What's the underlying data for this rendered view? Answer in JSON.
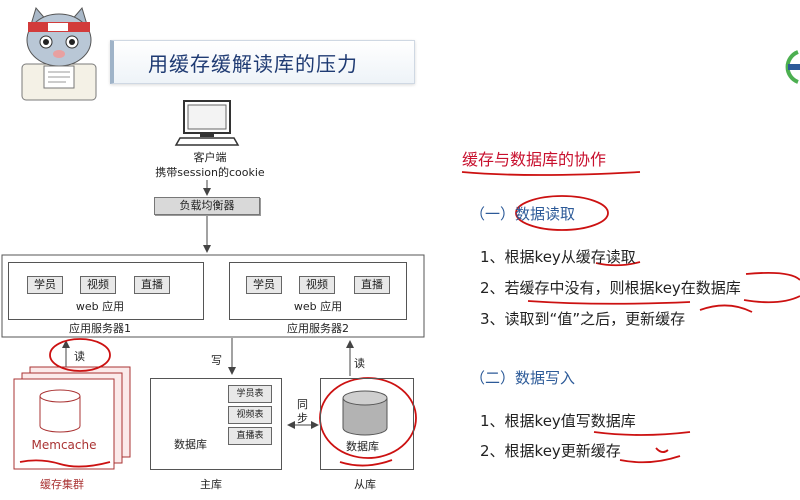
{
  "title": "用缓存缓解读库的压力",
  "client": {
    "line1": "客户端",
    "line2": "携带session的cookie"
  },
  "load_balancer": "负载均衡器",
  "app_servers": [
    {
      "tags": [
        "学员",
        "视频",
        "直播"
      ],
      "web": "web 应用",
      "name": "应用服务器1"
    },
    {
      "tags": [
        "学员",
        "视频",
        "直播"
      ],
      "web": "web 应用",
      "name": "应用服务器2"
    }
  ],
  "arrows": {
    "read_left": "读",
    "write": "写",
    "read_right": "读",
    "sync1": "同",
    "sync2": "步"
  },
  "cache": {
    "name": "Memcache",
    "caption": "缓存集群"
  },
  "master": {
    "db": "数据库",
    "tables": [
      "学员表",
      "视频表",
      "直播表"
    ],
    "caption": "主库"
  },
  "slave": {
    "db": "数据库",
    "caption": "从库"
  },
  "notes": {
    "heading": "缓存与数据库的协作",
    "read_section": {
      "prefix": "（一）",
      "label": "数据读取"
    },
    "read_steps": [
      {
        "num": "1、",
        "text": "根据key从缓存读取"
      },
      {
        "num": "2、",
        "text": "若缓存中没有，则根据key在数据库"
      },
      {
        "num": "3、",
        "text": "读取到“值”之后，更新缓存"
      }
    ],
    "write_section": {
      "prefix": "（二）",
      "label": "数据写入"
    },
    "write_steps": [
      {
        "num": "1、",
        "text": "根据key值写数据库"
      },
      {
        "num": "2、",
        "text": "根据key更新缓存"
      }
    ]
  }
}
